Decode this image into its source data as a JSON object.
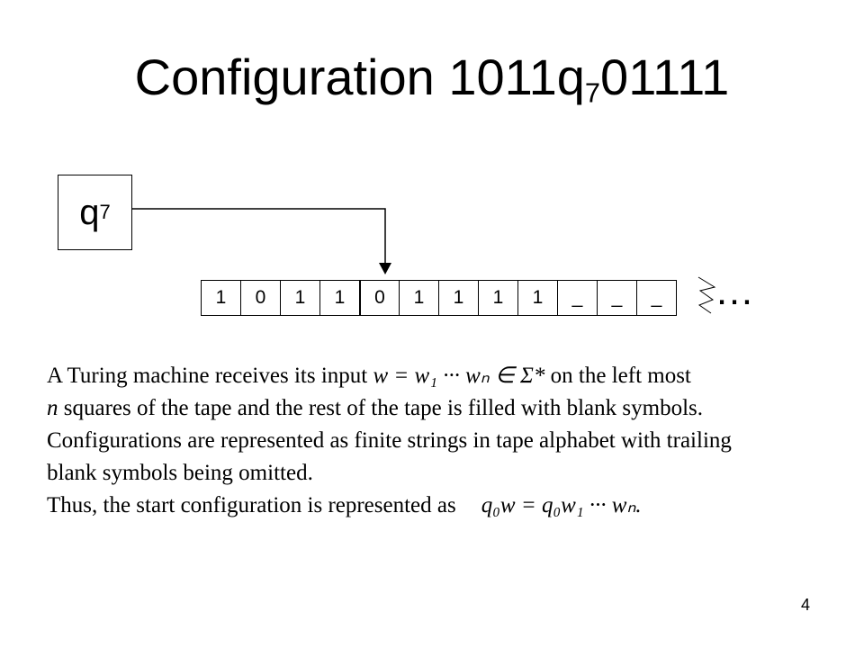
{
  "title": {
    "text": "Configuration 1011q",
    "sub": "7",
    "tail": "01111"
  },
  "state": {
    "label": "q",
    "sub": "7"
  },
  "tape": {
    "cells": [
      "1",
      "0",
      "1",
      "1",
      "0",
      "1",
      "1",
      "1",
      "1",
      "_",
      "_",
      "_"
    ],
    "head_index": 4,
    "ellipsis": "…"
  },
  "body": {
    "line1": {
      "pre": "A Turing machine receives its input ",
      "math": "w = w₁ ··· wₙ ∈ Σ*",
      "post": " on the left most"
    },
    "line2": {
      "math": "n",
      "post": " squares of the tape and the rest of the tape is filled with blank symbols."
    },
    "line3": "Configurations are represented as finite strings in tape alphabet with trailing",
    "line4": "blank symbols being omitted.",
    "line5": {
      "pre": "Thus, the start configuration is represented as",
      "math": "q₀w = q₀w₁ ··· wₙ."
    }
  },
  "page_number": "4"
}
